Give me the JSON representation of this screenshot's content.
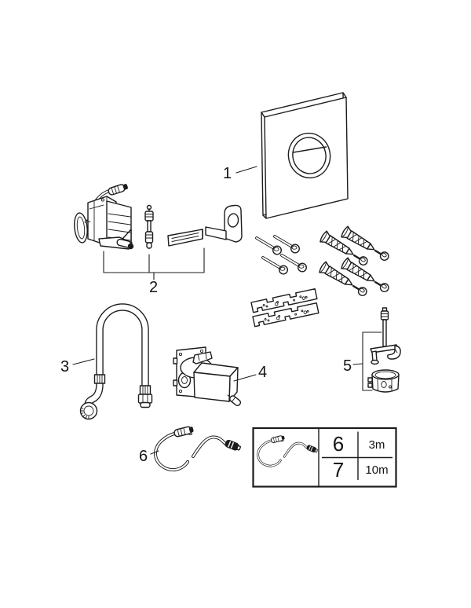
{
  "page": {
    "background": "#ffffff",
    "line_color": "#1c1c1c",
    "kind": "exploded-spare-parts-diagram"
  },
  "callouts": {
    "part1": "1",
    "part2": "2",
    "part3": "3",
    "part4": "4",
    "part5": "5",
    "part6": "6"
  },
  "legend_table": {
    "rows": [
      {
        "part_no": "6",
        "cable_length": "3m"
      },
      {
        "part_no": "7",
        "cable_length": "10m"
      }
    ]
  },
  "drawings": {
    "part1": "flush-plate-with-dual-button",
    "part2a": "flush-lever-unit",
    "part2b": "spindle",
    "part2c": "mounting-bracket",
    "fasteners_screws": "pan-head-screws-4x",
    "fasteners_anchors": "wall-anchors-with-screws-4x",
    "mounting_plates": "mounting-plates-2x",
    "part3": "water-supply-hose",
    "part4": "servo-valve-unit",
    "part5": "actuator-rod-and-housing",
    "part6": "connection-cable",
    "legend_cable": "connection-cable"
  }
}
